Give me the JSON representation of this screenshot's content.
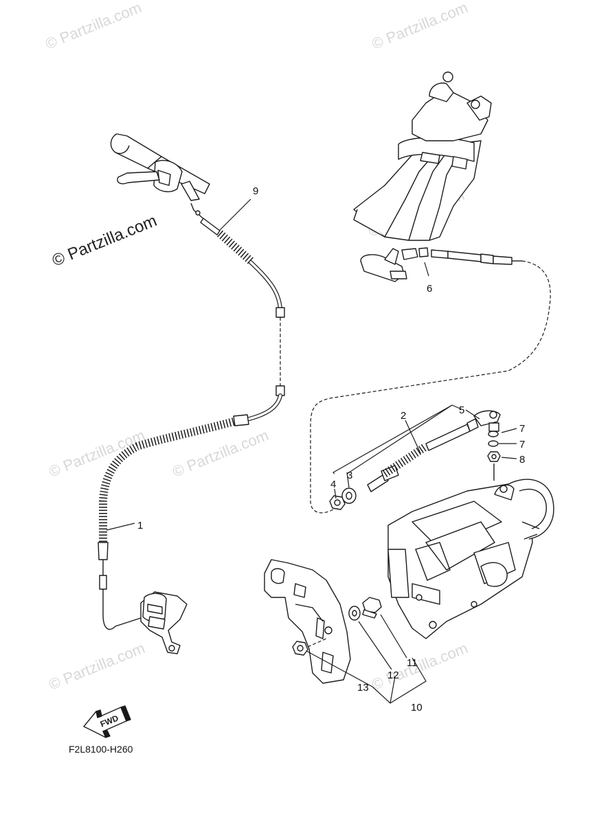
{
  "watermarks": {
    "main": "© Partzilla.com",
    "faint": "© Partzilla.com"
  },
  "callouts": {
    "c1": "1",
    "c2": "2",
    "c3": "3",
    "c4": "4",
    "c5": "5",
    "c6": "6",
    "c7a": "7",
    "c7b": "7",
    "c8": "8",
    "c9": "9",
    "c10": "10",
    "c11": "11",
    "c12": "12",
    "c13": "13"
  },
  "fwd_label": "FWD",
  "diagram_code": "F2L8100-H260",
  "colors": {
    "line": "#1a1a1a",
    "watermark": "#d8d8d8",
    "background": "#ffffff"
  }
}
